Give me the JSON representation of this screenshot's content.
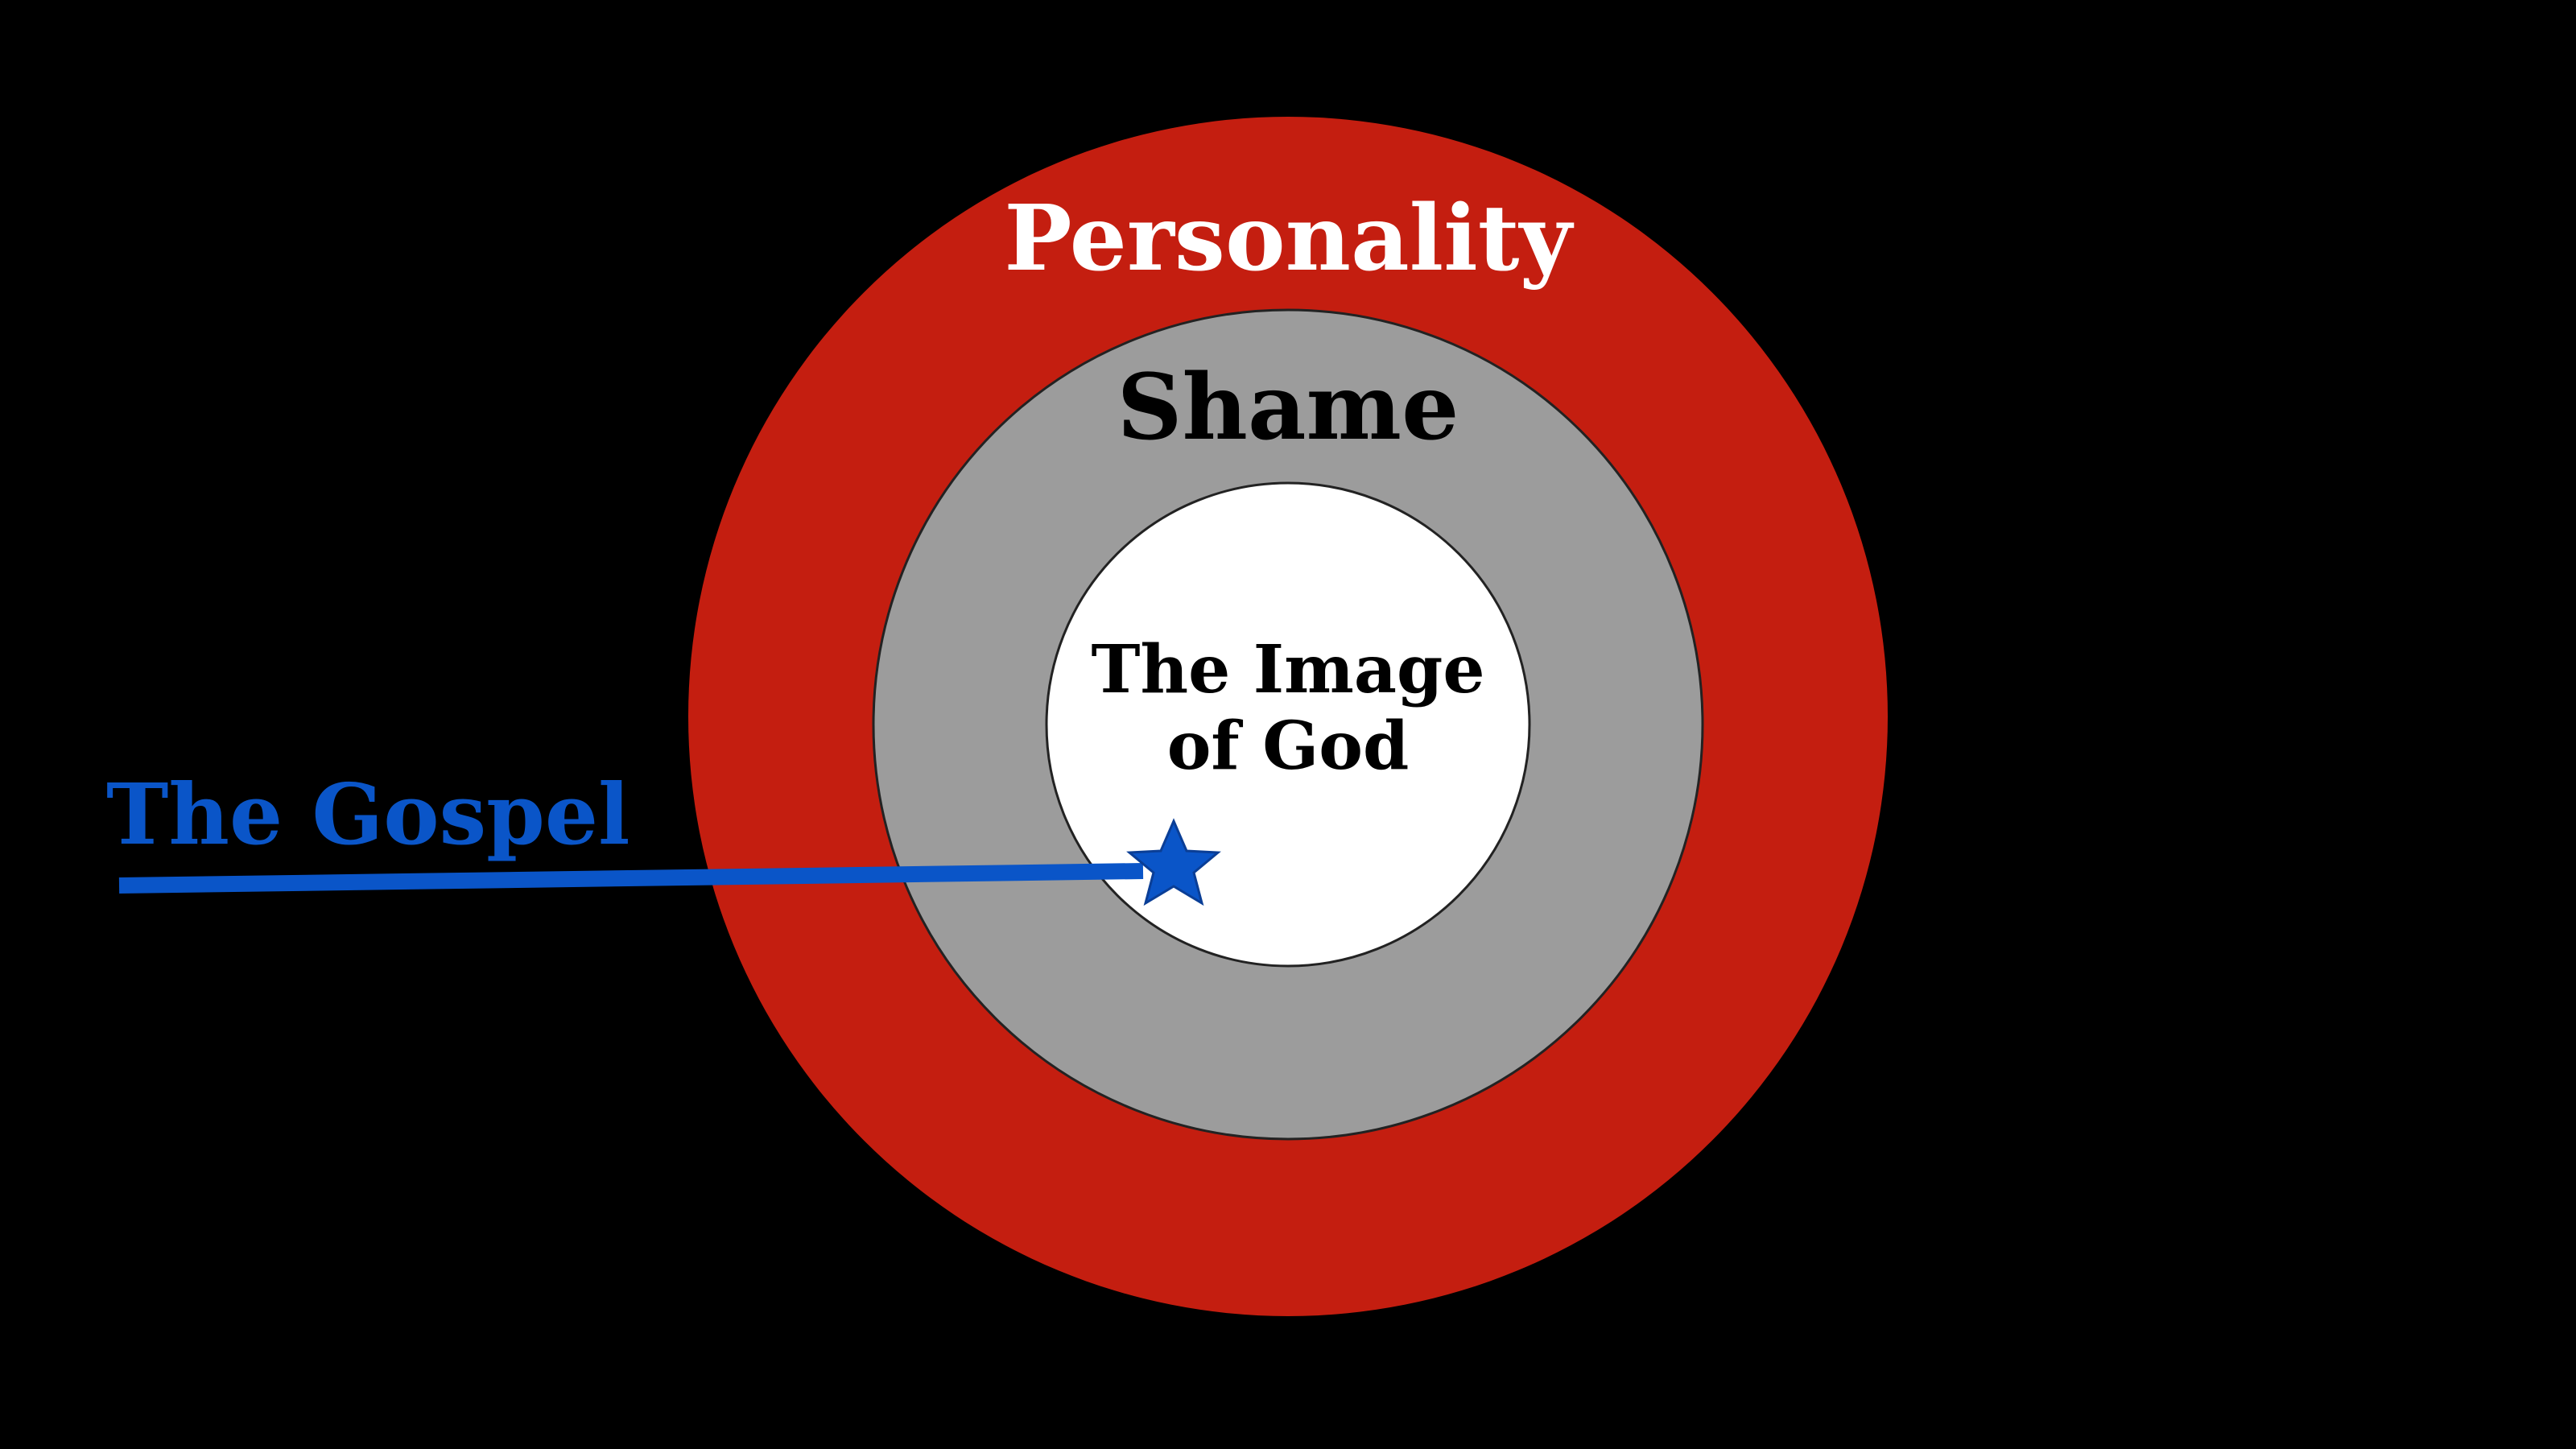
{
  "diagram": {
    "rings": {
      "outer": {
        "label": "Personality",
        "fill": "#c41e10",
        "label_color": "#ffffff"
      },
      "middle": {
        "label": "Shame",
        "fill": "#9c9c9c",
        "label_color": "#000000"
      },
      "inner": {
        "label_line1": "The Image",
        "label_line2": "of God",
        "fill": "#ffffff",
        "label_color": "#000000"
      }
    },
    "arrow": {
      "label": "The Gospel",
      "color": "#0a55c8",
      "end_marker": "star-icon"
    },
    "background": "#000000"
  }
}
